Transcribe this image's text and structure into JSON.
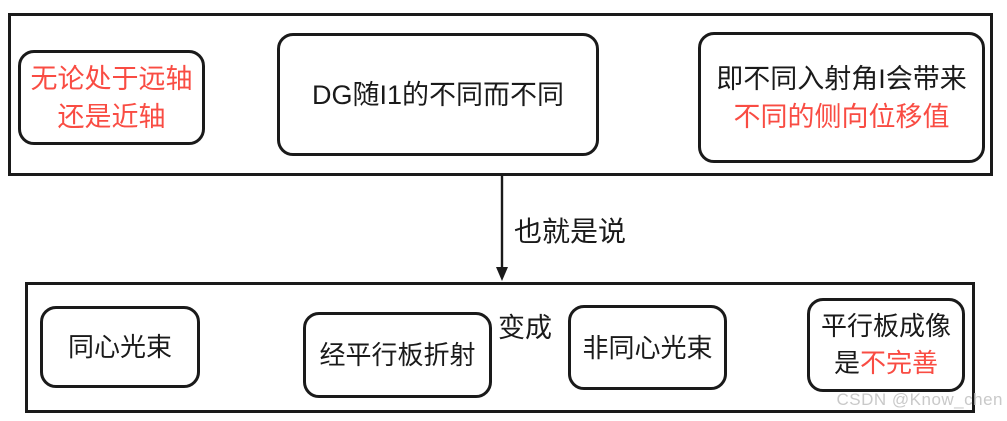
{
  "colors": {
    "accent_red": "#f94c43",
    "ink_black": "#1a1a1a",
    "watermark_gray": "#c9c9c9",
    "background": "#ffffff"
  },
  "top_group": {
    "premise": {
      "line1": "无论处于远轴",
      "line2": "还是近轴"
    },
    "middle": {
      "text": "DG随I1的不同而不同"
    },
    "conclusion": {
      "line1": "即不同入射角I会带来",
      "line2": "不同的侧向位移值"
    }
  },
  "connector": {
    "label": "也就是说"
  },
  "bottom_group": {
    "concentric": {
      "text": "同心光束"
    },
    "refraction": {
      "text": "经平行板折射"
    },
    "becomes_label": "变成",
    "nonconcentric": {
      "text": "非同心光束"
    },
    "imaging": {
      "line1": "平行板成像",
      "line2_prefix": "是",
      "line2_highlight": "不完善"
    }
  },
  "watermark": {
    "text": "CSDN @Know_chen"
  }
}
